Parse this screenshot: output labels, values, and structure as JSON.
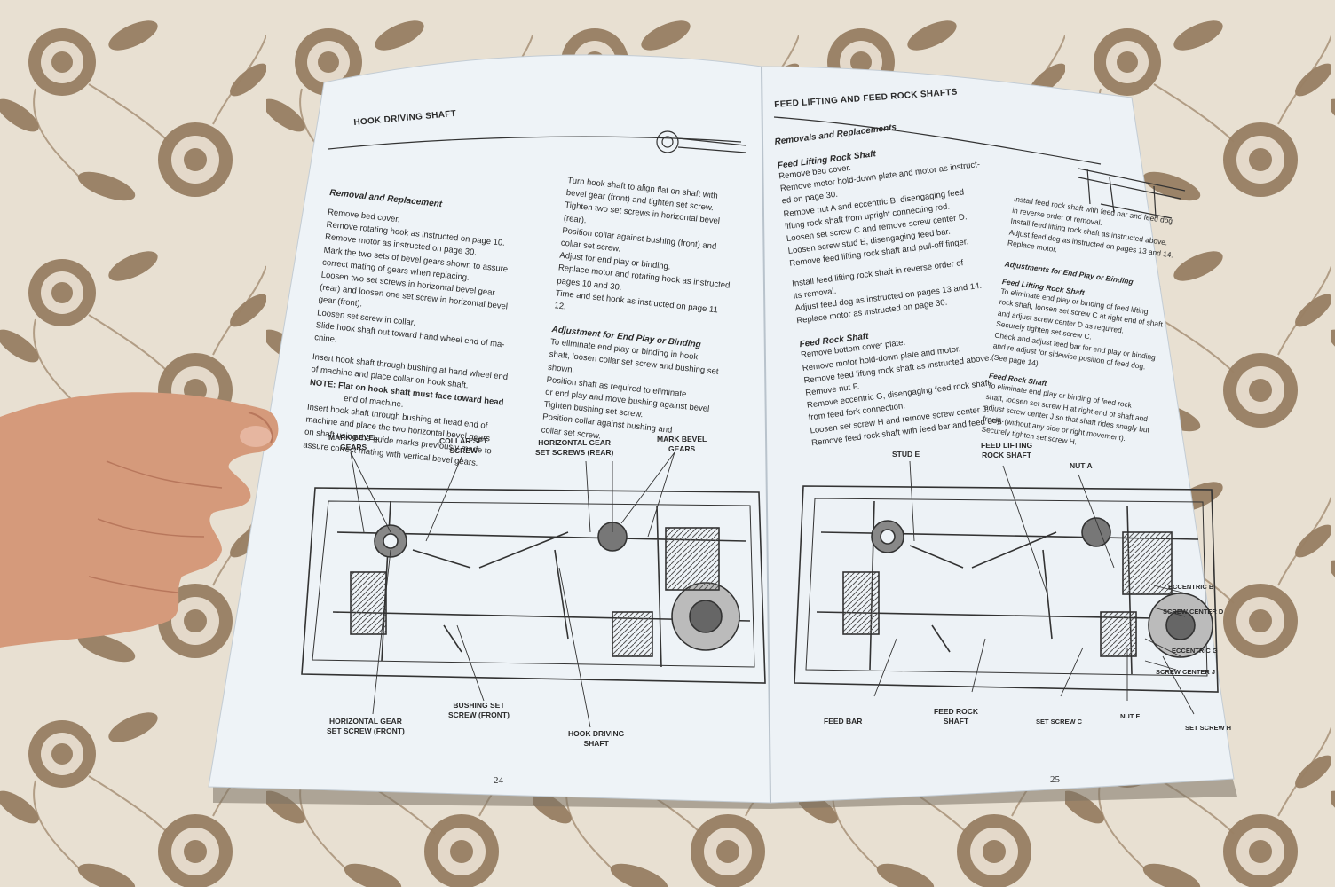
{
  "colors": {
    "tablecloth": "#e7dfd1",
    "flower": "#8b7054",
    "paper": "#eef3f7",
    "ink": "#2a2a2a",
    "hand": "#d79a7c"
  },
  "left_page": {
    "header": "HOOK DRIVING SHAFT",
    "page_number": "24",
    "col1": {
      "subhead": "Removal and Replacement",
      "lines": [
        "Remove bed cover.",
        "Remove rotating hook as instructed on page 10.",
        "Remove motor as instructed on page 30.",
        "Mark the two sets of bevel gears shown to assure",
        "correct mating of gears when replacing.",
        "Loosen two set screws in horizontal bevel gear",
        "(rear) and loosen one set screw in horizontal bevel",
        "gear (front).",
        "Loosen set screw in collar.",
        "Slide hook shaft out toward hand wheel end of ma-",
        "chine.",
        "",
        "Insert hook shaft through bushing at hand wheel end",
        "of machine and place collar on hook shaft.",
        "NOTE: Flat on hook shaft must face toward head",
        "end of machine.",
        "Insert hook shaft through bushing at head end of",
        "machine and place the two horizontal bevel gears",
        "on shaft using the guide marks previously made to",
        "assure correct mating with vertical bevel gears."
      ]
    },
    "col2": {
      "lines_a": [
        "Turn hook shaft to align flat on shaft with",
        "bevel gear (front) and tighten set screw.",
        "Tighten two set screws in horizontal bevel",
        "(rear).",
        "Position collar against bushing (front) and",
        "collar set screw.",
        "Adjust for end play or binding.",
        "Replace motor and rotating hook as instructed",
        "pages 10 and 30.",
        "Time and set hook as instructed on page 11",
        "12."
      ],
      "subhead": "Adjustment for End Play or Binding",
      "lines_b": [
        "To eliminate end play or binding in hook",
        "shaft, loosen collar set screw and bushing set",
        "shown.",
        "Position shaft as required to eliminate",
        "or end play and move bushing against bevel",
        "Tighten bushing set screw.",
        "Position collar against bushing and",
        "collar set screw."
      ]
    },
    "callouts": [
      "MARK BEVEL\nGEARS",
      "COLLAR SET\nSCREW",
      "HORIZONTAL GEAR\nSET SCREWS (REAR)",
      "MARK BEVEL\nGEARS",
      "HORIZONTAL GEAR\nSET SCREW (FRONT)",
      "BUSHING SET\nSCREW (FRONT)",
      "HOOK DRIVING\nSHAFT"
    ]
  },
  "right_page": {
    "header": "FEED LIFTING AND FEED ROCK SHAFTS",
    "page_number": "25",
    "col1": {
      "subhead": "Removals and Replacements",
      "subhead2": "Feed Lifting Rock Shaft",
      "lines_a": [
        "Remove bed cover.",
        "Remove motor hold-down plate and motor as instruct-",
        "ed on page 30.",
        "Remove nut A and eccentric B, disengaging feed",
        "lifting rock shaft from upright connecting rod.",
        "Loosen set screw C and remove screw center D.",
        "Loosen screw stud E, disengaging feed bar.",
        "Remove feed lifting rock shaft and pull-off finger.",
        "",
        "Install feed lifting rock shaft in reverse order of",
        "its removal.",
        "Adjust feed dog as instructed on pages 13 and 14.",
        "Replace motor as instructed on page 30."
      ],
      "subhead3": "Feed Rock Shaft",
      "lines_b": [
        "Remove bottom cover plate.",
        "Remove motor hold-down plate and motor.",
        "Remove feed lifting rock shaft as instructed above.",
        "Remove nut F.",
        "Remove eccentric G, disengaging feed rock shaft",
        "from feed fork connection.",
        "Loosen set screw H and remove screw center J.",
        "Remove feed rock shaft with feed bar and feed dog."
      ]
    },
    "col2": {
      "lines_a": [
        "Install feed rock shaft with feed bar and feed dog",
        "in reverse order of removal.",
        "Install feed lifting rock shaft as instructed above.",
        "Adjust feed dog as instructed on pages 13 and 14.",
        "Replace motor."
      ],
      "subhead": "Adjustments for End Play or Binding",
      "subhead2": "Feed Lifting Rock Shaft",
      "lines_b": [
        "To eliminate end play or binding of feed lifting",
        "rock shaft, loosen set screw C at right end of shaft",
        "and adjust screw center D as required.",
        "Securely tighten set screw C.",
        "Check and adjust feed bar for end play or binding",
        "and re-adjust for sidewise position of feed dog.",
        "(See page 14)."
      ],
      "subhead3": "Feed Rock Shaft",
      "lines_c": [
        "To eliminate end play or binding of feed rock",
        "shaft, loosen set screw H at right end of shaft and",
        "adjust screw center J so that shaft rides snugly but",
        "freely, (without any side or right movement).",
        "Securely tighten set screw H."
      ]
    },
    "callouts": [
      "STUD E",
      "FEED LIFTING\nROCK SHAFT",
      "NUT A",
      "ECCENTRIC B",
      "SCREW CENTER D",
      "ECCENTRIC G",
      "SCREW CENTER J",
      "FEED BAR",
      "FEED ROCK\nSHAFT",
      "SET SCREW C",
      "NUT F",
      "SET SCREW H"
    ]
  }
}
